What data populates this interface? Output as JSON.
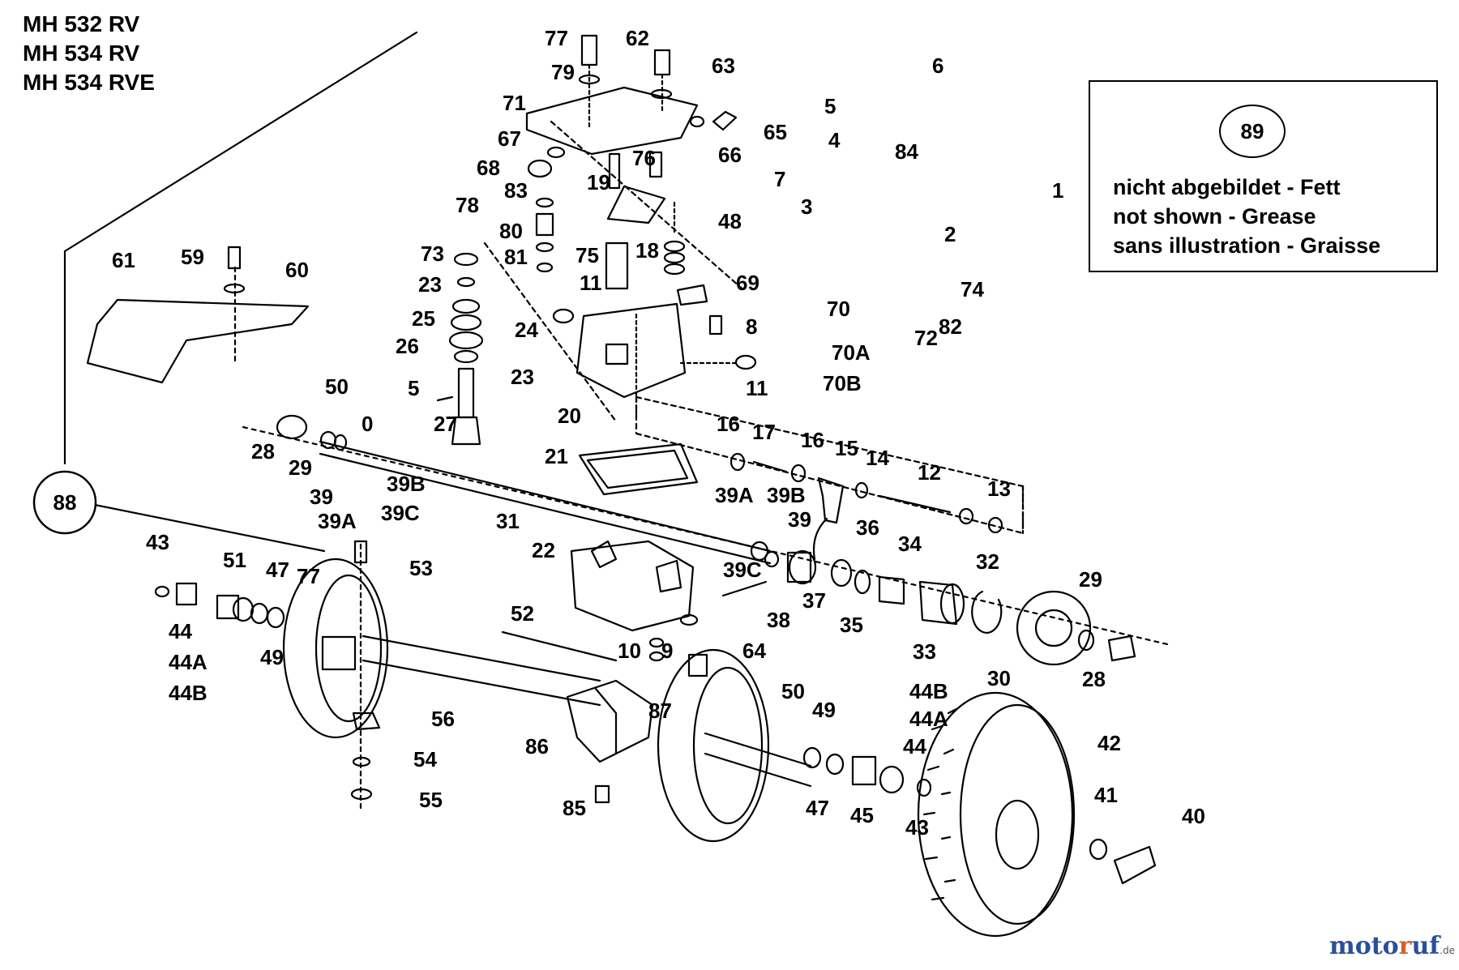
{
  "models": [
    "MH 532 RV",
    "MH 534 RV",
    "MH 534 RVE"
  ],
  "note": {
    "number": "89",
    "lines": [
      "nicht abgebildet - Fett",
      "not shown - Grease",
      "sans illustration - Graisse"
    ]
  },
  "group_marker": "88",
  "watermark": {
    "a": "moto",
    "b": "r",
    "c": "uf",
    "tld": ".de"
  },
  "part_labels": [
    "77",
    "62",
    "79",
    "63",
    "71",
    "65",
    "67",
    "66",
    "68",
    "76",
    "7",
    "19",
    "83",
    "78",
    "48",
    "80",
    "81",
    "73",
    "18",
    "75",
    "23",
    "11",
    "69",
    "25",
    "24",
    "26",
    "23",
    "8",
    "5",
    "27",
    "20",
    "11",
    "50",
    "0",
    "28",
    "29",
    "39",
    "39B",
    "39A",
    "39C",
    "21",
    "16",
    "17",
    "16",
    "15",
    "14",
    "12",
    "13",
    "31",
    "39A",
    "39B",
    "39",
    "39C",
    "43",
    "51",
    "47",
    "77",
    "53",
    "22",
    "36",
    "34",
    "32",
    "29",
    "44",
    "44A",
    "44B",
    "49",
    "37",
    "35",
    "33",
    "30",
    "28",
    "38",
    "52",
    "10",
    "9",
    "64",
    "56",
    "54",
    "55",
    "86",
    "87",
    "50",
    "49",
    "44B",
    "44A",
    "44",
    "42",
    "47",
    "45",
    "43",
    "85",
    "41",
    "40",
    "6",
    "5",
    "4",
    "84",
    "3",
    "1",
    "2",
    "82",
    "74",
    "72",
    "70",
    "70A",
    "70B",
    "61",
    "59",
    "60"
  ]
}
